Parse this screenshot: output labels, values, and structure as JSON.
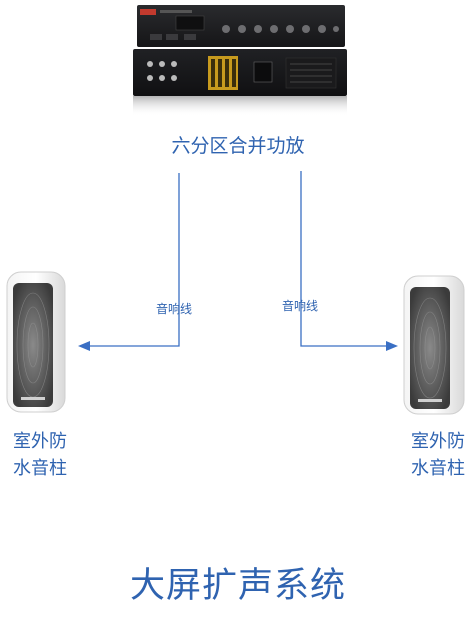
{
  "amplifier": {
    "label": "六分区合并功放"
  },
  "connections": [
    {
      "label": "音响线",
      "to": "left-speaker"
    },
    {
      "label": "音响线",
      "to": "right-speaker"
    }
  ],
  "speakers": [
    {
      "line1": "室外防",
      "line2": "水音柱"
    },
    {
      "line1": "室外防",
      "line2": "水音柱"
    }
  ],
  "title": "大屏扩声系统",
  "colors": {
    "accent": "#2f63b0",
    "wire": "#3a6fc4",
    "device": "#1b1b1d"
  }
}
